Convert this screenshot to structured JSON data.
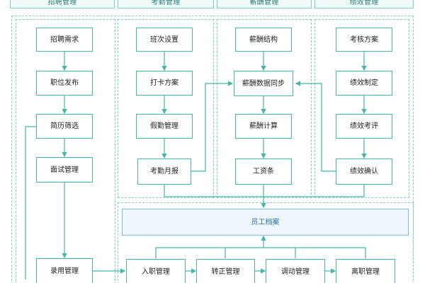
{
  "headers": {
    "recruitment": "招聘管理",
    "attendance": "考勤管理",
    "salary": "薪酬管理",
    "performance": "绩效管理"
  },
  "recruitment": {
    "demand": "招聘需求",
    "posting": "职位发布",
    "screening": "简历筛选",
    "interview": "面试管理",
    "hiring": "录用管理"
  },
  "attendance": {
    "shift": "班次设置",
    "clock": "打卡方案",
    "leave": "假勤管理",
    "monthly": "考勤月报"
  },
  "salary": {
    "structure": "薪酬结构",
    "sync": "薪酬数据同步",
    "calc": "薪酬计算",
    "payslip": "工资条"
  },
  "performance": {
    "scheme": "考核方案",
    "formulate": "绩效制定",
    "review": "绩效考评",
    "confirm": "绩效确认"
  },
  "employee": {
    "archive": "员工档案",
    "onboarding": "入职管理",
    "probation": "转正管理",
    "transfer": "调动管理",
    "departure": "离职管理"
  },
  "colors": {
    "teal": "#45b6a7",
    "dashed": "#7fd0c6",
    "header_bg": "#eef9f8",
    "archive_bg": "#eef7fc",
    "archive_border": "#7bbbe1"
  }
}
